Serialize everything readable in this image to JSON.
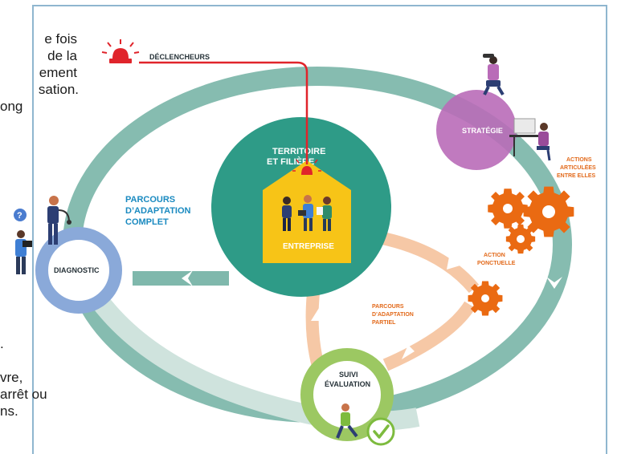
{
  "text_left_top": [
    "e fois",
    "de  la",
    "ement",
    "sation.",
    "ong"
  ],
  "text_left_bottom": [
    ".",
    "vre,",
    "arrêt ou",
    "ns."
  ],
  "declencheurs": "DÉCLENCHEURS",
  "territoire": [
    "TERRITOIRE",
    "ET FILIÈRE"
  ],
  "entreprise": "ENTREPRISE",
  "parcours_complet": [
    "PARCOURS",
    "D’ADAPTATION",
    "COMPLET"
  ],
  "diagnostic": "DIAGNOSTIC",
  "strategie": "STRATÉGIE",
  "actions_articulees": [
    "ACTIONS",
    "ARTICULÉES",
    "ENTRE ELLES"
  ],
  "action_ponctuelle": [
    "ACTION",
    "PONCTUELLE"
  ],
  "parcours_partiel": [
    "PARCOURS",
    "D’ADAPTATION",
    "PARTIEL"
  ],
  "suivi_evaluation": [
    "SUIVI",
    "ÉVALUATION"
  ],
  "question_mark": "?",
  "colors": {
    "teal_ring": "#7fb8ac",
    "teal_center": "#2e9b87",
    "yellow_house": "#f7c417",
    "red_alarm": "#e0242b",
    "orange_gear": "#ea6a12",
    "peach_loop": "#f6c8a6",
    "violet_circle": "#b96bb8",
    "blue_circle": "#8aa9d9",
    "green_circle": "#9cc862",
    "orange_text": "#e2691a",
    "blue_text": "#1a8ac0"
  }
}
